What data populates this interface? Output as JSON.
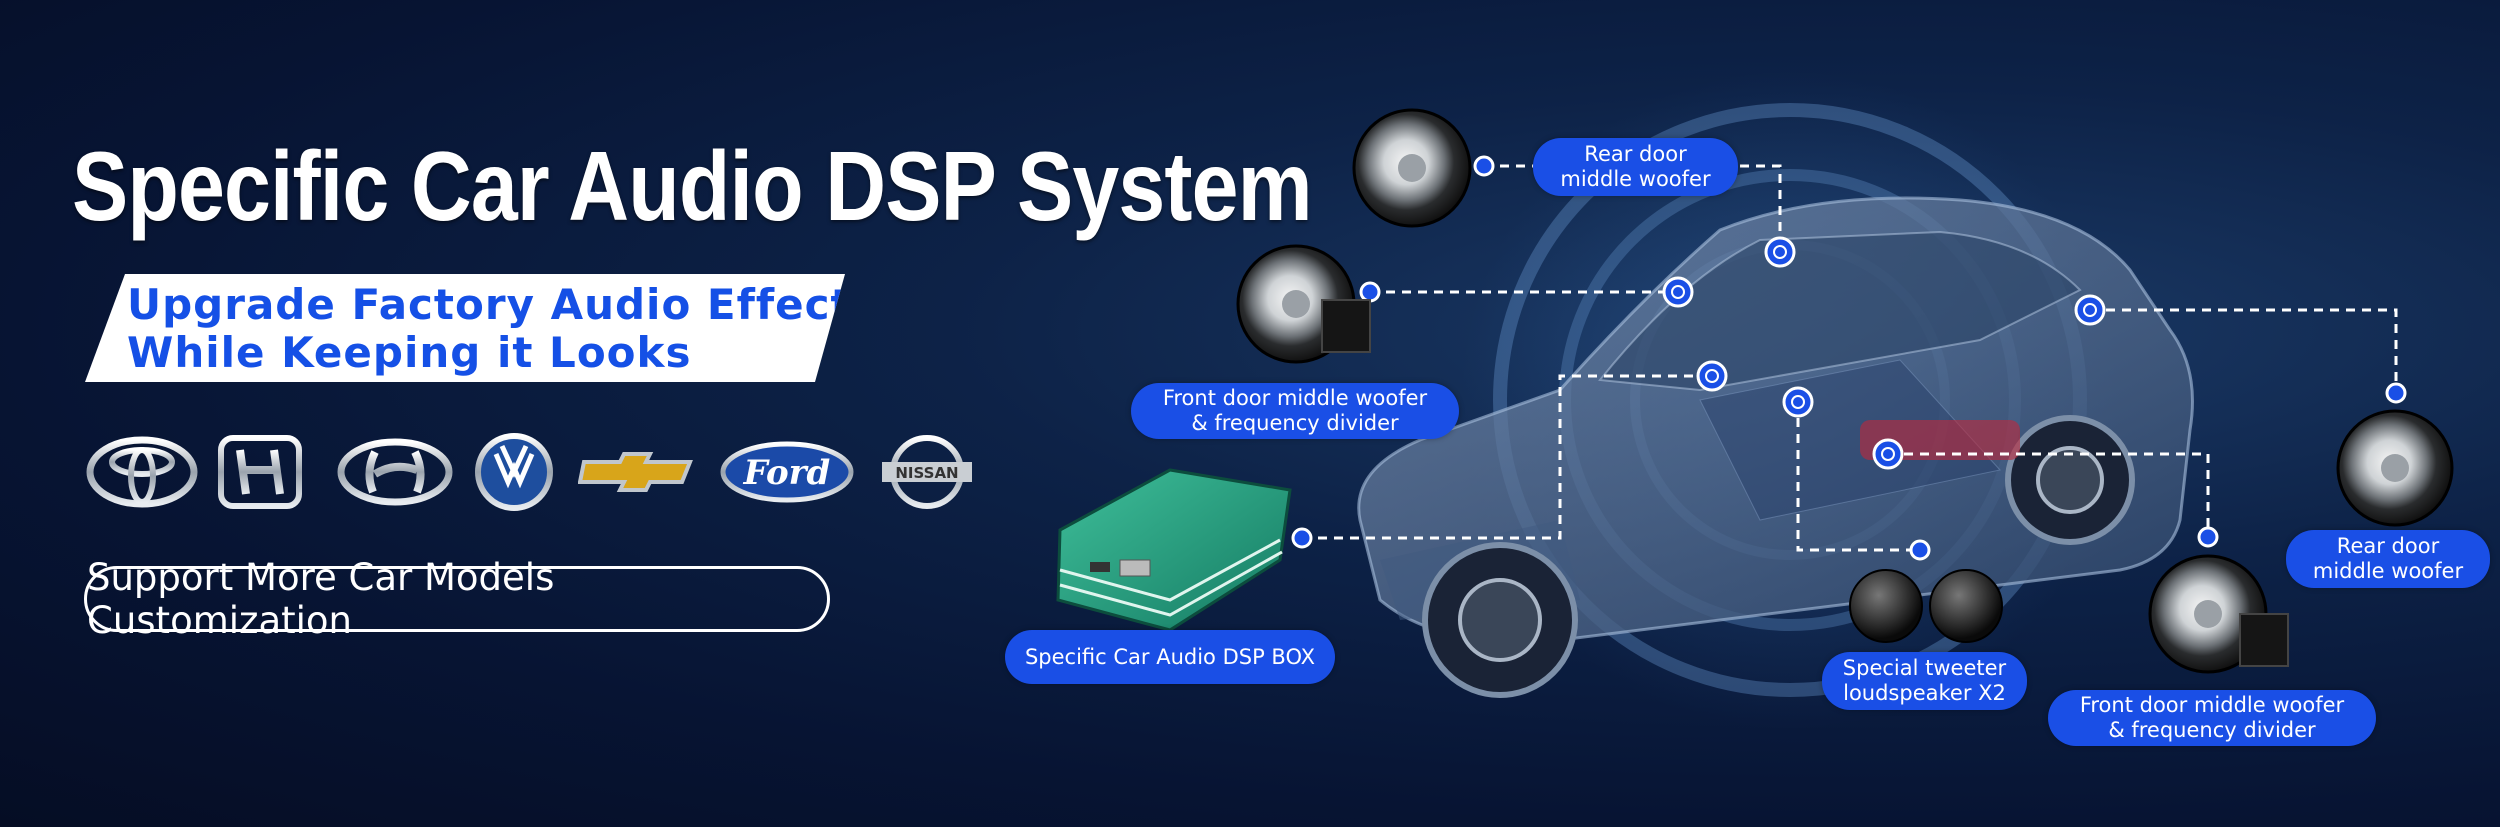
{
  "title": "Specific Car Audio DSP System",
  "subtitle": {
    "line1": "Upgrade Factory Audio Effect",
    "line2": "While Keeping it Looks"
  },
  "support_button": "Support More Car Models Customization",
  "logos": [
    {
      "name": "toyota-logo"
    },
    {
      "name": "honda-logo"
    },
    {
      "name": "hyundai-logo"
    },
    {
      "name": "volkswagen-logo"
    },
    {
      "name": "chevrolet-logo"
    },
    {
      "name": "ford-logo",
      "text": "Ford"
    },
    {
      "name": "nissan-logo",
      "text": "NISSAN"
    }
  ],
  "labels": {
    "rear_left": {
      "line1": "Rear door",
      "line2": "middle woofer"
    },
    "front_left": {
      "line1": "Front door middle woofer",
      "line2": "& frequency divider"
    },
    "dsp_box": "Specific Car Audio DSP BOX",
    "tweeter": {
      "line1": "Special tweeter",
      "line2": "loudspeaker X2"
    },
    "front_right": {
      "line1": "Front door middle woofer",
      "line2": "& frequency divider"
    },
    "rear_right": {
      "line1": "Rear door",
      "line2": "middle woofer"
    }
  },
  "colors": {
    "accent": "#1a4fe6",
    "text_blue": "#1550e6",
    "background": "#071433"
  }
}
